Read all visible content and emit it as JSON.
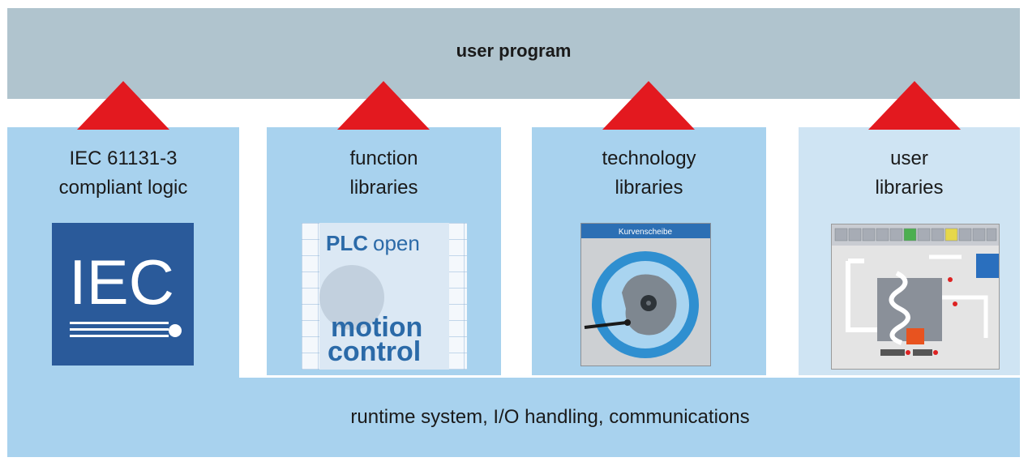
{
  "top_bar": {
    "label": "user program"
  },
  "columns": [
    {
      "line1": "IEC 61131-3",
      "line2": "compliant logic",
      "icon": "iec-logo"
    },
    {
      "line1": "function",
      "line2": "libraries",
      "icon": "plcopen-motion-control-logo"
    },
    {
      "line1": "technology",
      "line2": "libraries",
      "icon": "kurvenscheibe-cam-screenshot"
    },
    {
      "line1": "user",
      "line2": "libraries",
      "icon": "user-library-hmi-screenshot"
    }
  ],
  "logos": {
    "iec": "IEC",
    "plcopen": {
      "plc": "PLC",
      "open": "open",
      "motion": "motion",
      "control": "control"
    },
    "kurvenscheibe": "Kurvenscheibe"
  },
  "bottom_bar": {
    "label": "runtime system, I/O  handling, communications"
  },
  "colors": {
    "top_bar": "#b0c4ce",
    "column": "#a8d2ee",
    "user_column": "#cfe4f3",
    "arrow": "#e3191f",
    "iec_blue": "#2a5a9a"
  }
}
